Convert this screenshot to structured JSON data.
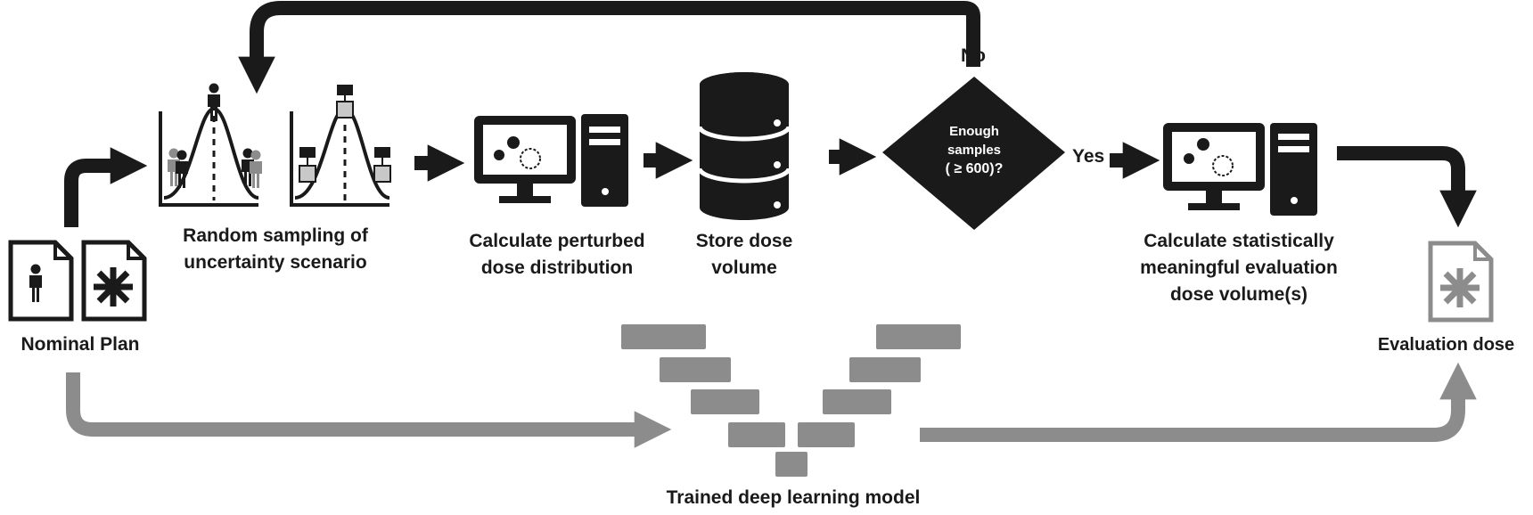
{
  "labels": {
    "nominal_plan": "Nominal Plan",
    "random_sampling": [
      "Random sampling of",
      "uncertainty scenario"
    ],
    "calc_perturbed": [
      "Calculate perturbed",
      "dose distribution"
    ],
    "store_dose": [
      "Store dose",
      "volume"
    ],
    "decision": [
      "Enough",
      "samples"
    ],
    "decision_condition": "( ≥ 600)?",
    "no": "No",
    "yes": "Yes",
    "calc_statistical": [
      "Calculate statistically",
      "meaningful evaluation",
      "dose volume(s)"
    ],
    "evaluation_dose": "Evaluation dose",
    "trained_model": "Trained deep learning model"
  },
  "colors": {
    "primary": "#1a1a1a",
    "secondary": "#8c8c8c",
    "light_box": "#c8c8c8"
  },
  "icons": [
    "person-document-icon",
    "asterisk-document-icon",
    "distribution-icon",
    "computer-icon",
    "database-icon",
    "decision-diamond"
  ]
}
